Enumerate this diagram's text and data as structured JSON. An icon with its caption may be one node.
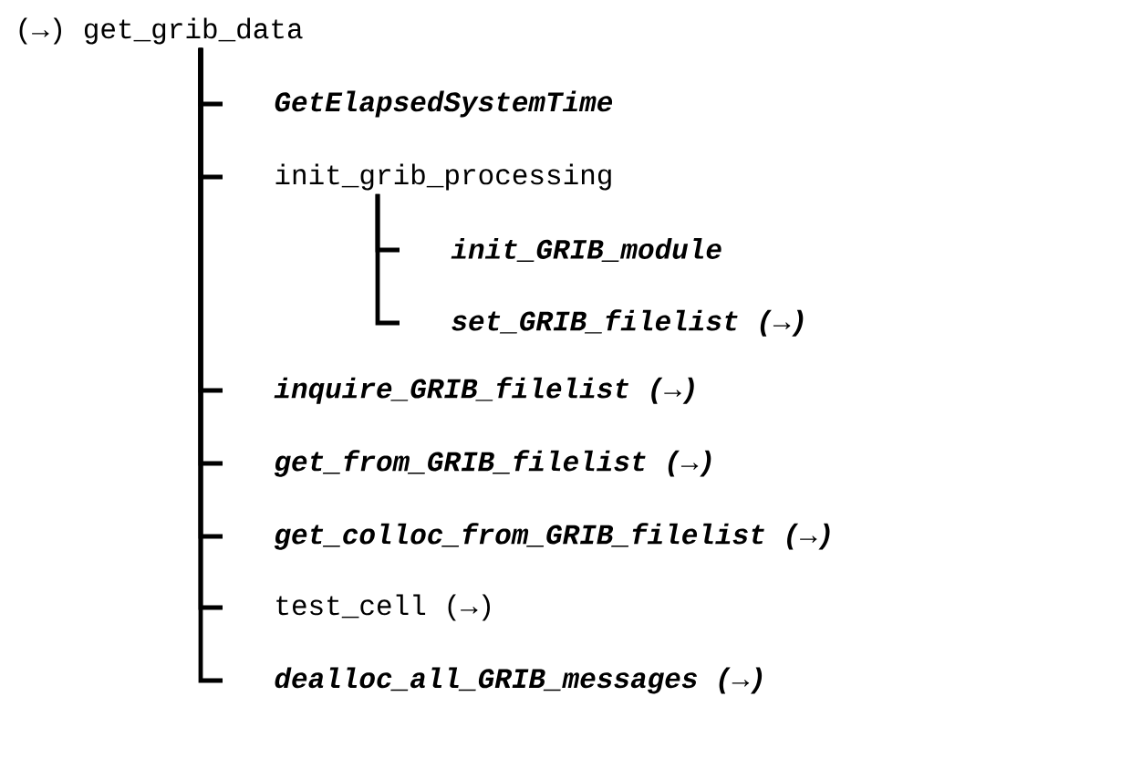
{
  "diagram": {
    "nodes": [
      {
        "text": [
          "(→) get_grib_data"
        ]
      },
      {
        "text": [
          "GetElapsedSystemTime"
        ]
      },
      {
        "text": [
          "init_grib_processing"
        ]
      },
      {
        "text": [
          "init_GRIB_module"
        ]
      },
      {
        "text": [
          "set_GRIB_filelist (→)"
        ]
      },
      {
        "text": [
          "inquire_GRIB_filelist (→)"
        ]
      },
      {
        "text": [
          "get_from_GRIB_filelist (→)"
        ]
      },
      {
        "text": [
          "get_colloc_from_GRIB_filelist (→)"
        ]
      },
      {
        "text": [
          "test_cell (→)"
        ]
      },
      {
        "text": [
          "dealloc_all_GRIB_messages (→)"
        ]
      }
    ],
    "edges": [
      {
        "from": 0,
        "to": 1,
        "arrow": "none"
      },
      {
        "from": 0,
        "to": 2,
        "arrow": "none"
      },
      {
        "from": 2,
        "to": 3,
        "arrow": "none"
      },
      {
        "from": 2,
        "to": 4,
        "arrow": "none"
      },
      {
        "from": 0,
        "to": 5,
        "arrow": "none"
      },
      {
        "from": 0,
        "to": 6,
        "arrow": "none"
      },
      {
        "from": 0,
        "to": 7,
        "arrow": "none"
      },
      {
        "from": 0,
        "to": 8,
        "arrow": "none"
      },
      {
        "from": 0,
        "to": 9,
        "arrow": "none"
      }
    ]
  }
}
